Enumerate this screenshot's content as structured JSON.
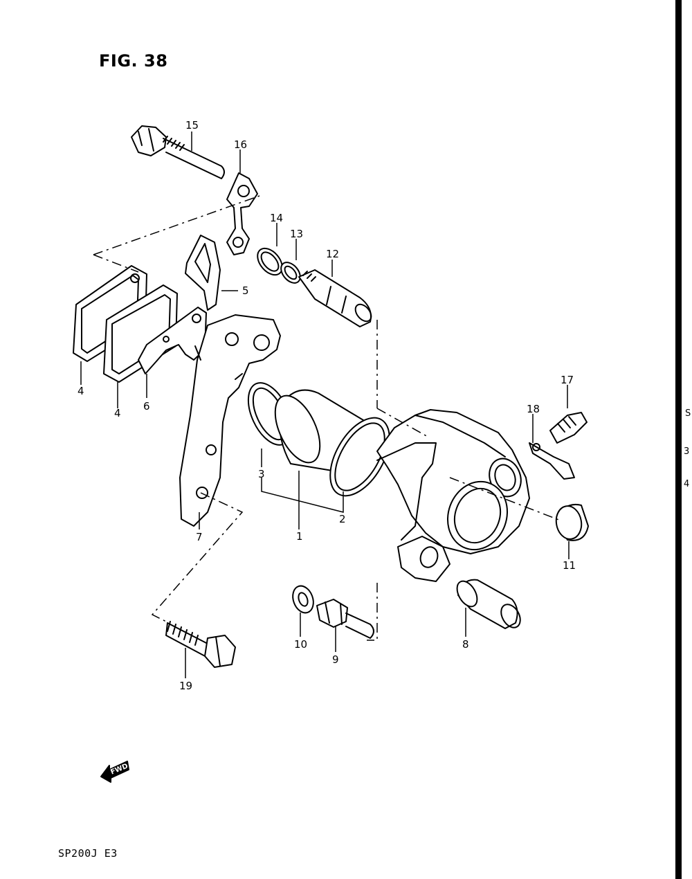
{
  "figure": {
    "title": "FIG. 38",
    "model_code": "SP200J  E3",
    "fwd_label": "FWD"
  },
  "callouts": [
    "15",
    "16",
    "14",
    "13",
    "12",
    "5",
    "4",
    "4",
    "6",
    "17",
    "18",
    "3",
    "1",
    "2",
    "7",
    "11",
    "10",
    "9",
    "8",
    "19"
  ],
  "edge_chars": [
    "S",
    "3",
    "4"
  ],
  "colors": {
    "ink": "#000000",
    "paper": "#ffffff"
  }
}
